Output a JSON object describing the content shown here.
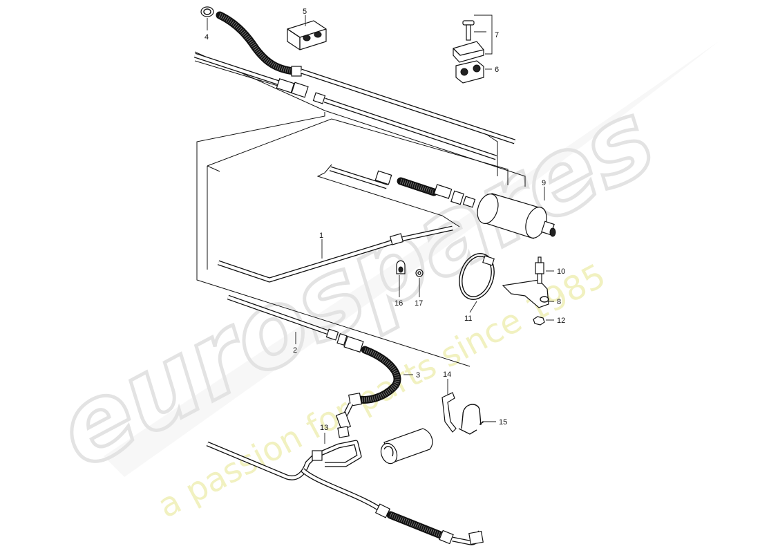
{
  "watermark": {
    "brand": "eurospares",
    "tagline": "a passion for parts since 1985",
    "brand_color": "#e6e6e6",
    "tagline_color": "#f2f2b8"
  },
  "callouts": [
    {
      "number": "1",
      "name": "fuel-line-1"
    },
    {
      "number": "2",
      "name": "fuel-line-2"
    },
    {
      "number": "3",
      "name": "fuel-hose-3"
    },
    {
      "number": "4",
      "name": "hose-clamp-4"
    },
    {
      "number": "5",
      "name": "rubber-block-5"
    },
    {
      "number": "6",
      "name": "rubber-block-6"
    },
    {
      "number": "7",
      "name": "clip-and-bolt-7"
    },
    {
      "number": "8",
      "name": "bracket-8"
    },
    {
      "number": "9",
      "name": "fuel-filter-9"
    },
    {
      "number": "10",
      "name": "rubber-mount-10"
    },
    {
      "number": "11",
      "name": "clamp-band-11"
    },
    {
      "number": "12",
      "name": "nut-12"
    },
    {
      "number": "13",
      "name": "damper-13"
    },
    {
      "number": "14",
      "name": "holder-14"
    },
    {
      "number": "15",
      "name": "clamp-15"
    },
    {
      "number": "16",
      "name": "clip-16"
    },
    {
      "number": "17",
      "name": "nut-17"
    }
  ]
}
